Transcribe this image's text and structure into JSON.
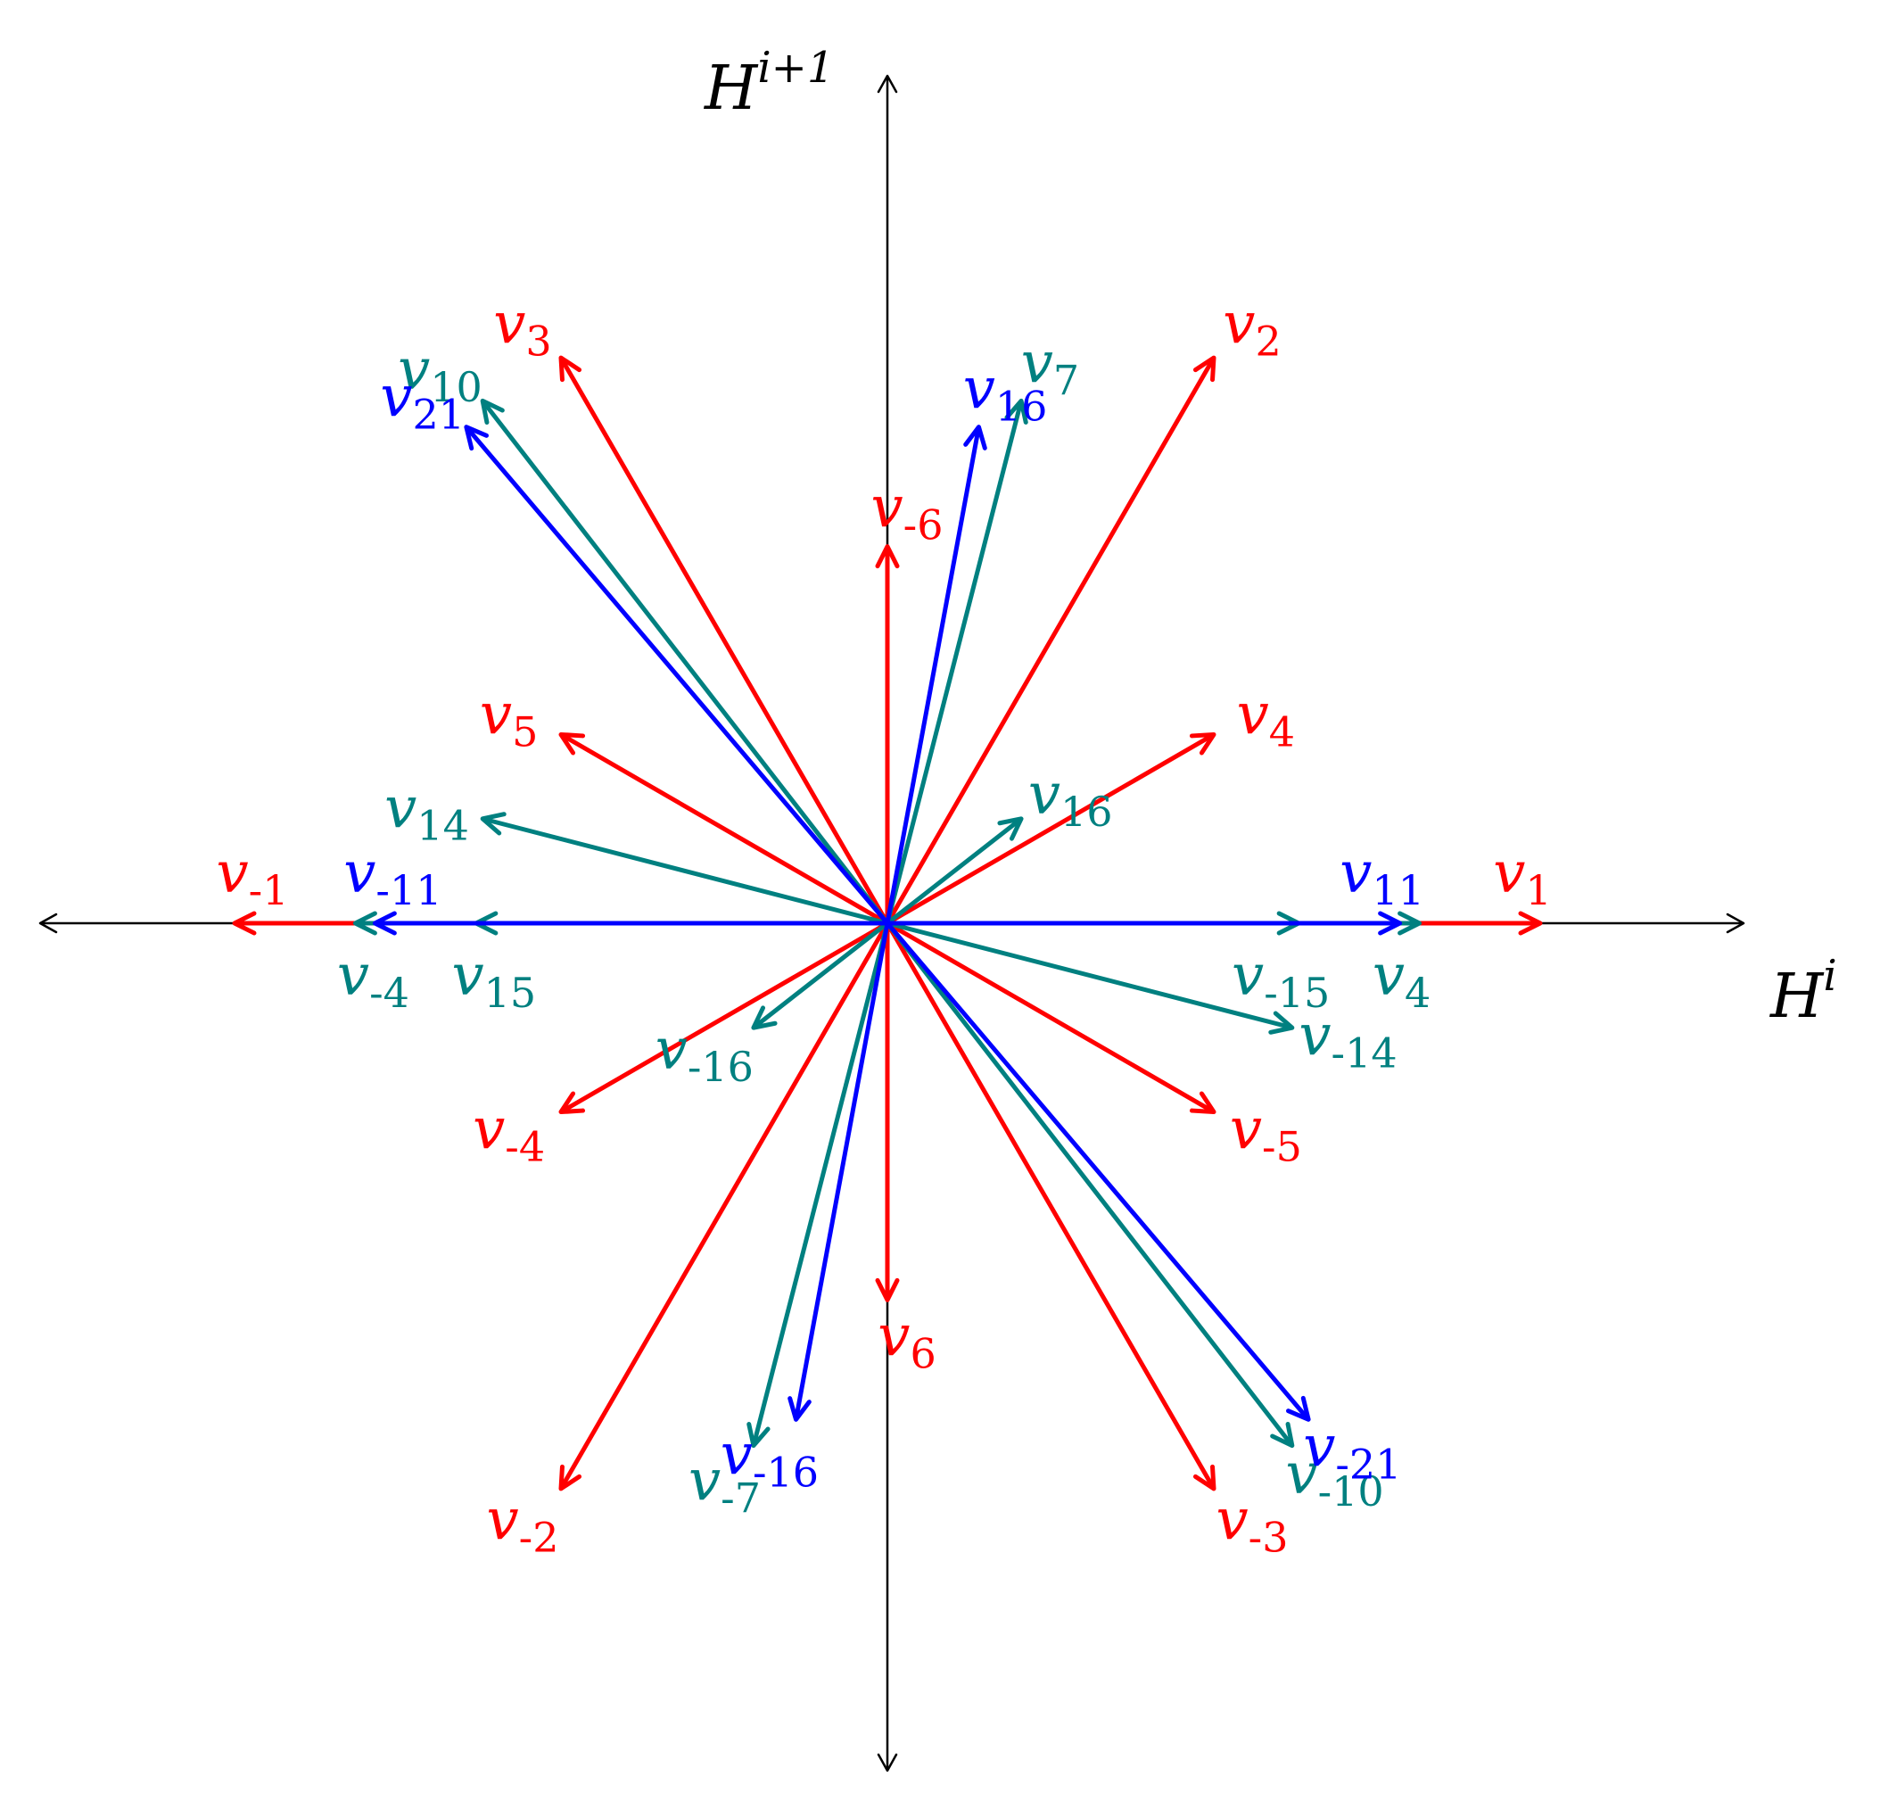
{
  "axes": {
    "horizontal_label": {
      "base": "H",
      "sup": "i"
    },
    "vertical_label": {
      "base": "H",
      "sup": "i+1"
    }
  },
  "colors": {
    "axis": "#000000",
    "red": "#ff0000",
    "teal": "#008080",
    "blue": "#0000ff"
  },
  "vectors": [
    {
      "id": "red-v1",
      "color": "red",
      "x": 10,
      "y": 0,
      "label": {
        "base": "v",
        "sub": "1"
      }
    },
    {
      "id": "red-v-1",
      "color": "red",
      "x": -10,
      "y": 0,
      "label": {
        "base": "v",
        "sub": "-1"
      }
    },
    {
      "id": "red-v2",
      "color": "red",
      "x": 5,
      "y": 8.66,
      "label": {
        "base": "v",
        "sub": "2"
      }
    },
    {
      "id": "red-v-2",
      "color": "red",
      "x": -5,
      "y": -8.66,
      "label": {
        "base": "v",
        "sub": "-2"
      }
    },
    {
      "id": "red-v3",
      "color": "red",
      "x": -5,
      "y": 8.66,
      "label": {
        "base": "v",
        "sub": "3"
      }
    },
    {
      "id": "red-v-3",
      "color": "red",
      "x": 5,
      "y": -8.66,
      "label": {
        "base": "v",
        "sub": "-3"
      }
    },
    {
      "id": "red-v4",
      "color": "red",
      "x": 5,
      "y": 2.89,
      "label": {
        "base": "v",
        "sub": "4"
      }
    },
    {
      "id": "red-v-4",
      "color": "red",
      "x": -5,
      "y": -2.89,
      "label": {
        "base": "v",
        "sub": "-4"
      }
    },
    {
      "id": "red-v5",
      "color": "red",
      "x": -5,
      "y": 2.89,
      "label": {
        "base": "v",
        "sub": "5"
      }
    },
    {
      "id": "red-v-5",
      "color": "red",
      "x": 5,
      "y": -2.89,
      "label": {
        "base": "v",
        "sub": "-5"
      }
    },
    {
      "id": "red-v6",
      "color": "red",
      "x": 0,
      "y": -5.77,
      "label": {
        "base": "v",
        "sub": "6"
      }
    },
    {
      "id": "red-v-6",
      "color": "red",
      "x": 0,
      "y": 5.77,
      "label": {
        "base": "v",
        "sub": "-6"
      }
    },
    {
      "id": "teal-v4",
      "color": "teal",
      "x": 8.15,
      "y": 0,
      "label": {
        "base": "v",
        "sub": "4"
      }
    },
    {
      "id": "teal-v-4",
      "color": "teal",
      "x": -8.15,
      "y": 0,
      "label": {
        "base": "v",
        "sub": "-4"
      }
    },
    {
      "id": "teal-v15",
      "color": "teal",
      "x": -6.3,
      "y": 0,
      "label": {
        "base": "v",
        "sub": "15"
      }
    },
    {
      "id": "teal-v-15",
      "color": "teal",
      "x": 6.3,
      "y": 0,
      "label": {
        "base": "v",
        "sub": "-15"
      }
    },
    {
      "id": "teal-v10",
      "color": "teal",
      "x": -6.2,
      "y": 8,
      "label": {
        "base": "v",
        "sub": "10"
      }
    },
    {
      "id": "teal-v-10",
      "color": "teal",
      "x": 6.2,
      "y": -8,
      "label": {
        "base": "v",
        "sub": "-10"
      }
    },
    {
      "id": "teal-v7",
      "color": "teal",
      "x": 2.05,
      "y": 8,
      "label": {
        "base": "v",
        "sub": "7"
      }
    },
    {
      "id": "teal-v-7",
      "color": "teal",
      "x": -2.05,
      "y": -8,
      "label": {
        "base": "v",
        "sub": "-7"
      }
    },
    {
      "id": "teal-v14",
      "color": "teal",
      "x": -6.2,
      "y": 1.6,
      "label": {
        "base": "v",
        "sub": "14"
      }
    },
    {
      "id": "teal-v-14",
      "color": "teal",
      "x": 6.2,
      "y": -1.6,
      "label": {
        "base": "v",
        "sub": "-14"
      }
    },
    {
      "id": "teal-v16",
      "color": "teal",
      "x": 2.05,
      "y": 1.6,
      "label": {
        "base": "v",
        "sub": "16"
      }
    },
    {
      "id": "teal-v-16",
      "color": "teal",
      "x": -2.05,
      "y": -1.6,
      "label": {
        "base": "v",
        "sub": "-16"
      }
    },
    {
      "id": "blue-v11",
      "color": "blue",
      "x": 7.85,
      "y": 0,
      "label": {
        "base": "v",
        "sub": "11"
      }
    },
    {
      "id": "blue-v-11",
      "color": "blue",
      "x": -7.85,
      "y": 0,
      "label": {
        "base": "v",
        "sub": "-11"
      }
    },
    {
      "id": "blue-v21",
      "color": "blue",
      "x": -6.45,
      "y": 7.6,
      "label": {
        "base": "v",
        "sub": "21"
      }
    },
    {
      "id": "blue-v-21",
      "color": "blue",
      "x": 6.45,
      "y": -7.6,
      "label": {
        "base": "v",
        "sub": "-21"
      }
    },
    {
      "id": "blue-v16",
      "color": "blue",
      "x": 1.4,
      "y": 7.6,
      "label": {
        "base": "v",
        "sub": "16"
      }
    },
    {
      "id": "blue-v-16",
      "color": "blue",
      "x": -1.4,
      "y": -7.6,
      "label": {
        "base": "v",
        "sub": "-16"
      }
    }
  ]
}
